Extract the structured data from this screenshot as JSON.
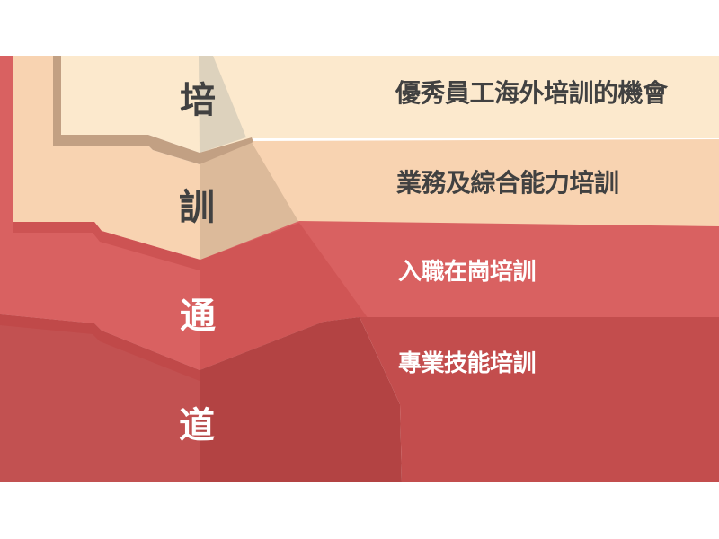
{
  "diagram": {
    "type": "training-pathway-funnel",
    "center_title": "培訓通道",
    "levels": [
      {
        "char": "培",
        "label": "優秀員工海外培訓的機會"
      },
      {
        "char": "訓",
        "label": "業務及綜合能力培訓"
      },
      {
        "char": "通",
        "label": "入職在崗培訓"
      },
      {
        "char": "道",
        "label": "專業技能培訓"
      }
    ],
    "colors": {
      "band1_face": "#fce9cd",
      "band1_wedge": "#ddd2bd",
      "fold_strip1": "#c2a083",
      "band2_face": "#f8d3b1",
      "band2_wedge": "#dcba9a",
      "band3_face": "#d96161",
      "band3_wedge": "#d05555",
      "fold_strip2": "#cd5353",
      "band4_left": "#c25151",
      "band4_wedge": "#b34343",
      "band4_right": "#c34d4d",
      "fold_strip3": "#c04949",
      "text_dark": "#414141",
      "text_light": "#ffffff"
    }
  }
}
